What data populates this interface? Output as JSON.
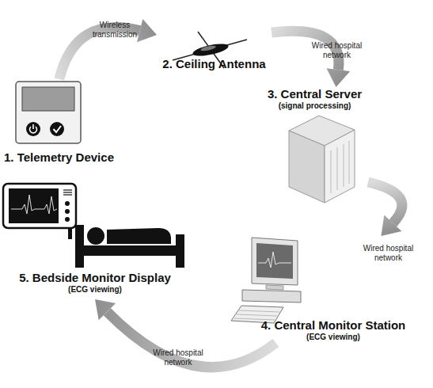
{
  "diagram": {
    "nodes": [
      {
        "text": [
          "1. Telemetry Device"
        ]
      },
      {
        "text": [
          "2. Ceiling Antenna"
        ]
      },
      {
        "text": [
          "3. Central Server",
          "(signal processing)"
        ]
      },
      {
        "text": [
          "4. Central Monitor Station",
          "(ECG viewing)"
        ]
      },
      {
        "text": [
          "5. Bedside Monitor Display",
          "(ECG viewing)"
        ]
      }
    ],
    "edges": [
      {
        "from": 0,
        "to": 1,
        "label": "Wireless transmission",
        "arrow": "to"
      },
      {
        "from": 1,
        "to": 2,
        "label": "Wired hospital network",
        "arrow": "to"
      },
      {
        "from": 2,
        "to": 3,
        "label": "Wired hospital network",
        "arrow": "to"
      },
      {
        "from": 3,
        "to": 4,
        "label": "Wired hospital network",
        "arrow": "to"
      }
    ]
  }
}
